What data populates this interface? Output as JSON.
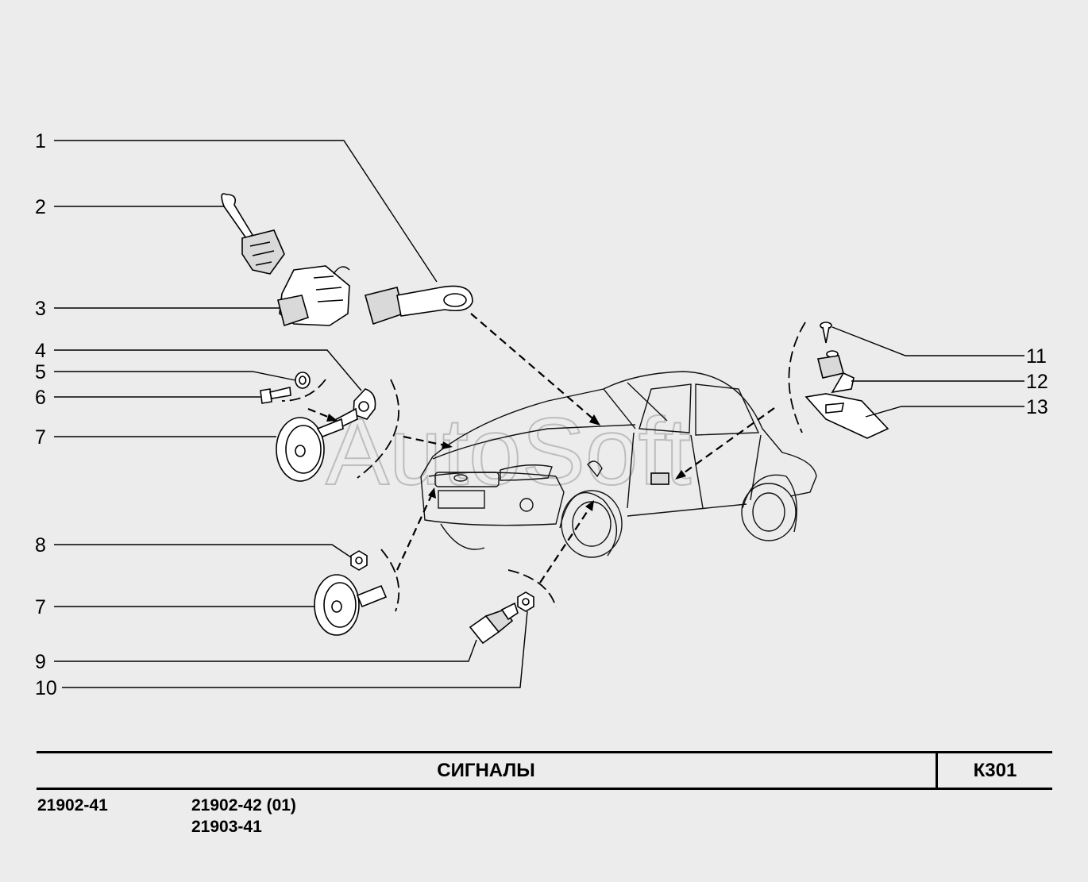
{
  "diagram": {
    "callouts": [
      "1",
      "2",
      "3",
      "4",
      "5",
      "6",
      "7",
      "8",
      "7",
      "9",
      "10",
      "11",
      "12",
      "13"
    ],
    "watermark": "AutoSoft"
  },
  "footer": {
    "title": "СИГНАЛЫ",
    "code": "К301",
    "models": {
      "first": "21902-41",
      "second_line1": "21902-42 (01)",
      "second_line2": "21903-41"
    }
  }
}
